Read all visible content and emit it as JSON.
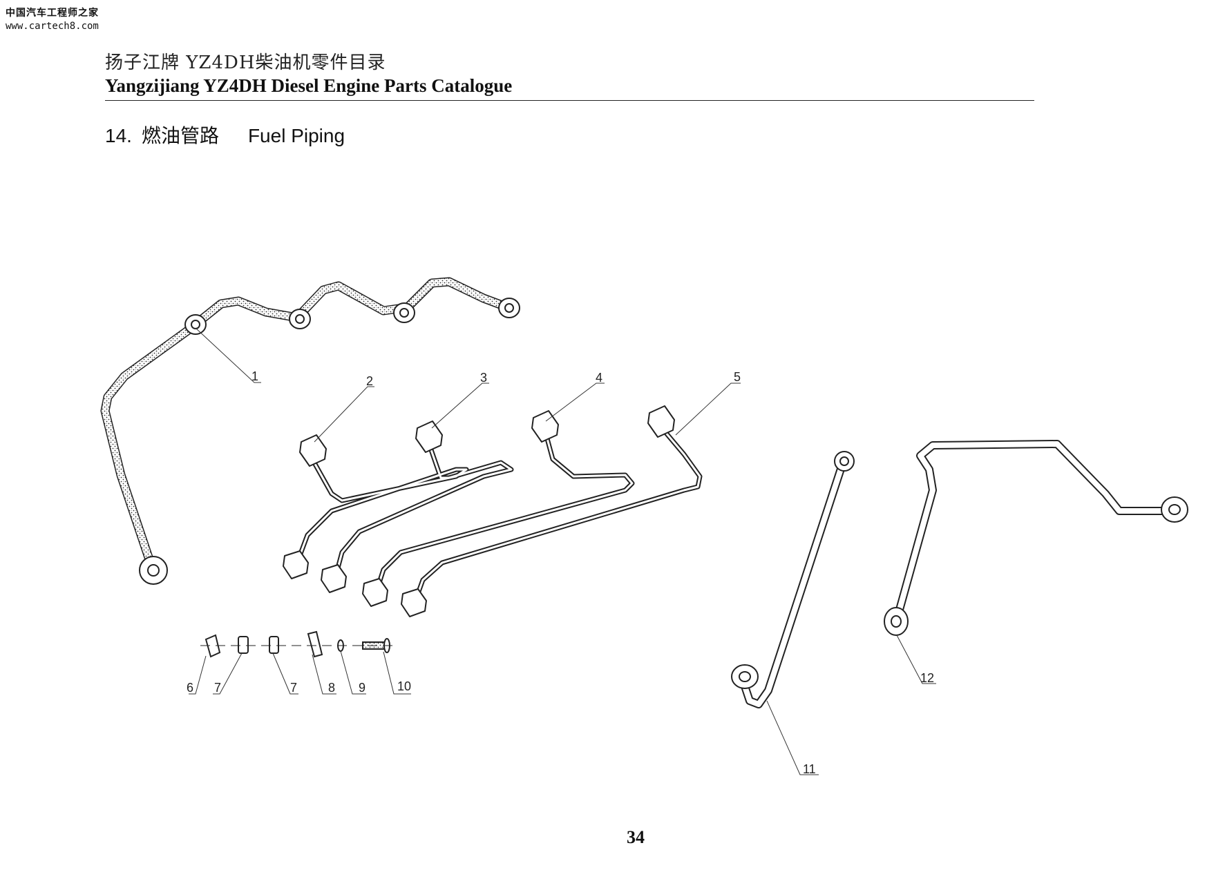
{
  "watermark": {
    "site_cn": "中国汽车工程师之家",
    "url": "www.cartech8.com"
  },
  "header": {
    "title_cn": "扬子江牌 YZ4DH柴油机零件目录",
    "title_en": "Yangzijiang YZ4DH Diesel Engine Parts Catalogue"
  },
  "section": {
    "number": "14.",
    "title_cn": "燃油管路",
    "title_en": "Fuel Piping"
  },
  "callouts": {
    "c1": "1",
    "c2": "2",
    "c3": "3",
    "c4": "4",
    "c5": "5",
    "c6": "6",
    "c7a": "7",
    "c7b": "7",
    "c8": "8",
    "c9": "9",
    "c10": "10",
    "c11": "11",
    "c12": "12"
  },
  "page_number": "34"
}
